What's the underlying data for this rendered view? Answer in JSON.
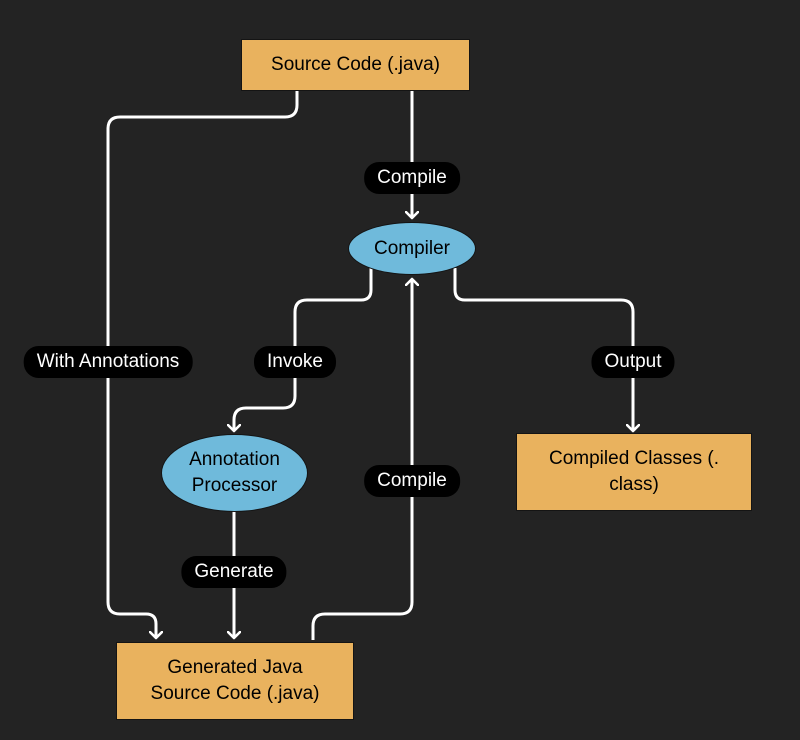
{
  "nodes": {
    "source_code": "Source Code (.java)",
    "compiler": "Compiler",
    "annotation_processor": [
      "Annotation",
      "Processor"
    ],
    "compiled_classes": [
      "Compiled Classes (.",
      "class)"
    ],
    "generated_source": [
      "Generated Java",
      "Source Code (.java)"
    ]
  },
  "edges": {
    "compile_source": "Compile",
    "with_annotations": "With Annotations",
    "invoke": "Invoke",
    "output": "Output",
    "generate": "Generate",
    "compile_generated": "Compile"
  },
  "colors": {
    "background": "#232323",
    "process_box": "#e9b25e",
    "process_ellipse": "#6fbadb",
    "edge": "#ffffff",
    "edge_label_bg": "#000000"
  }
}
